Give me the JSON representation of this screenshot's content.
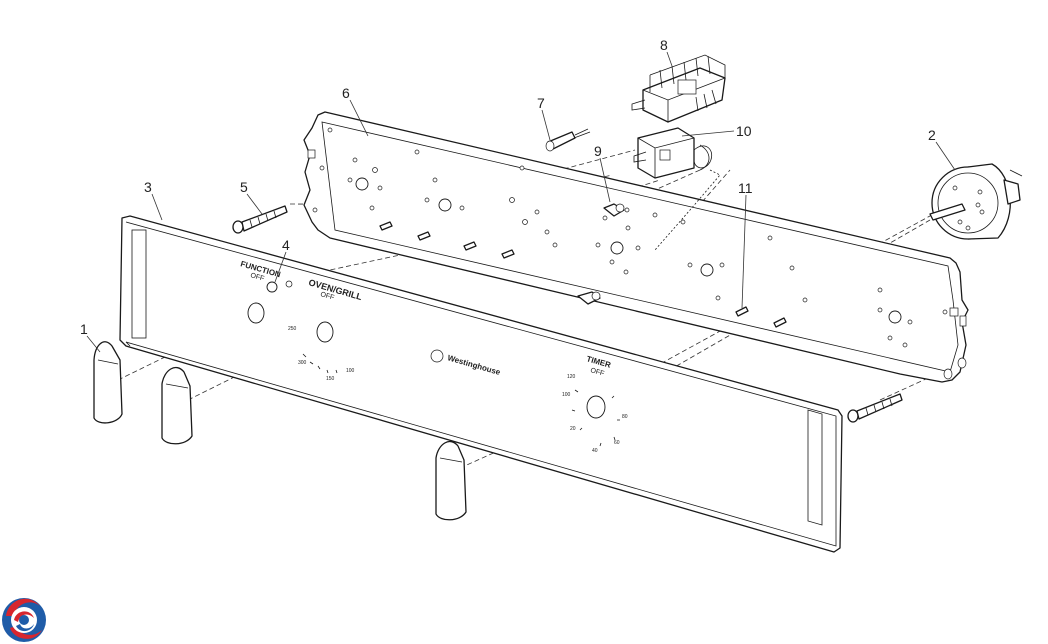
{
  "parts": [
    {
      "id": "part-1",
      "number": "1"
    },
    {
      "id": "part-2",
      "number": "2"
    },
    {
      "id": "part-3",
      "number": "3"
    },
    {
      "id": "part-4",
      "number": "4"
    },
    {
      "id": "part-5",
      "number": "5"
    },
    {
      "id": "part-6",
      "number": "6"
    },
    {
      "id": "part-7",
      "number": "7"
    },
    {
      "id": "part-8",
      "number": "8"
    },
    {
      "id": "part-9",
      "number": "9"
    },
    {
      "id": "part-10",
      "number": "10"
    },
    {
      "id": "part-11",
      "number": "11"
    }
  ],
  "panel": {
    "function_title": "FUNCTION",
    "function_off": "OFF",
    "oven_title": "OVEN/GRILL",
    "oven_off": "OFF",
    "timer_title": "TIMER",
    "timer_off": "OFF",
    "brand": "Westinghouse",
    "oven_scale": [
      "250",
      "300",
      "150",
      "100"
    ],
    "timer_scale": [
      "120",
      "100",
      "20",
      "40",
      "60",
      "80"
    ]
  },
  "colors": {
    "line": "#1a1a1a",
    "logo_red": "#d7262e",
    "logo_blue": "#1f5ca8"
  },
  "logo_icon": "swirl-logo-icon"
}
